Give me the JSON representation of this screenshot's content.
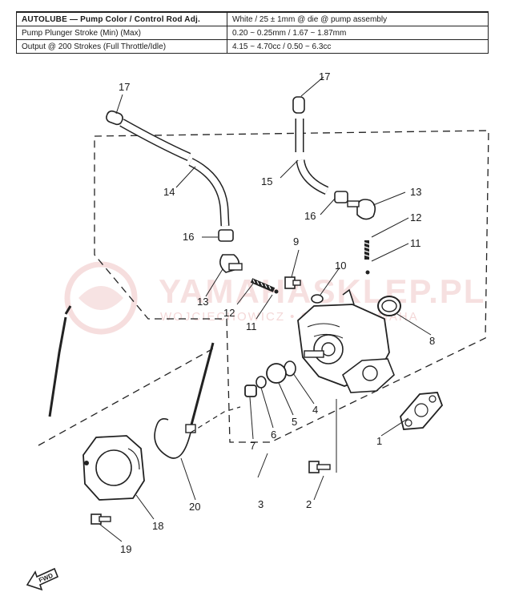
{
  "spec_table": {
    "rows": [
      {
        "label": "AUTOLUBE — Pump Color / Control Rod Adj.",
        "value": "White / 25 ± 1mm @ die @ pump assembly"
      },
      {
        "label": "Pump Plunger Stroke (Min) (Max)",
        "value": "0.20 ~ 0.25mm / 1.67 ~ 1.87mm"
      },
      {
        "label": "Output @ 200 Strokes (Full Throttle/Idle)",
        "value": "4.15 ~ 4.70cc / 0.50 ~ 6.3cc"
      }
    ]
  },
  "callouts": {
    "c1": "1",
    "c2": "2",
    "c3": "3",
    "c4": "4",
    "c5": "5",
    "c6": "6",
    "c7": "7",
    "c8": "8",
    "c9": "9",
    "c10": "10",
    "c11a": "11",
    "c11b": "11",
    "c12a": "12",
    "c12b": "12",
    "c13a": "13",
    "c13b": "13",
    "c14": "14",
    "c15": "15",
    "c16a": "16",
    "c16b": "16",
    "c17a": "17",
    "c17b": "17",
    "c18": "18",
    "c19": "19",
    "c20": "20"
  },
  "watermark": {
    "main": "YAMAHASKLEP.PL",
    "sub": "WOJCIECHOWICZ • CZĘŚCI YAMAHA",
    "color": "#f0c8c8"
  },
  "fwd_label": "FWD"
}
